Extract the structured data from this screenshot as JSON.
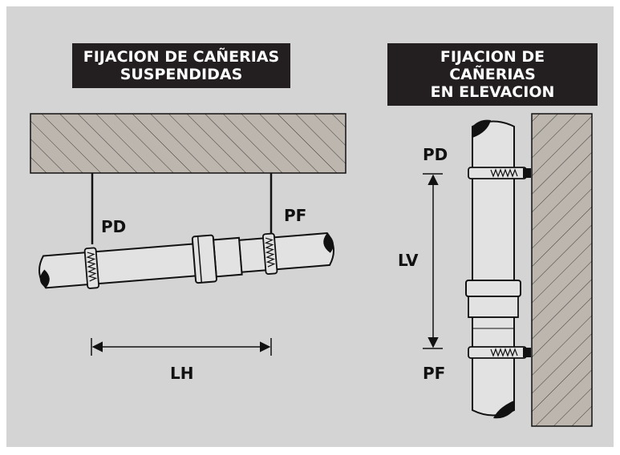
{
  "left_diagram": {
    "title_line1": "FIJACION DE CAÑERIAS",
    "title_line2": "SUSPENDIDAS",
    "label_pd": "PD",
    "label_pf": "PF",
    "label_distance": "LH"
  },
  "right_diagram": {
    "title_line1": "FIJACION DE CAÑERIAS",
    "title_line2": "EN ELEVACION",
    "label_pd": "PD",
    "label_pf": "PF",
    "label_distance": "LV"
  },
  "colors": {
    "background": "#d4d4d4",
    "title_box": "#231f20",
    "pipe_fill": "#e2e2e2",
    "hatch_fill": "#bdb6ae",
    "outline": "#111111"
  }
}
